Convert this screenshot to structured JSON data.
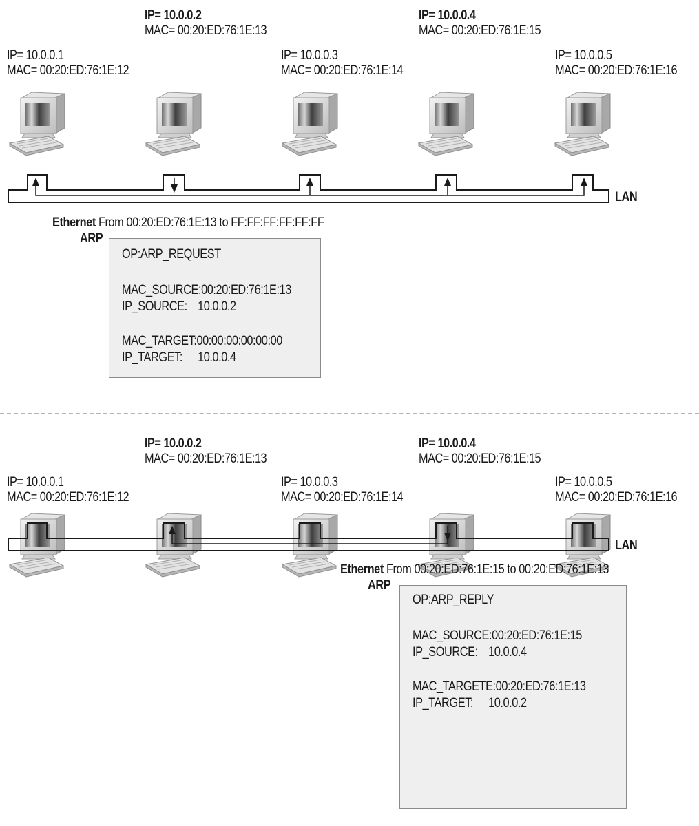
{
  "request": {
    "hosts": [
      {
        "ip": "IP= 10.0.0.1",
        "mac": "MAC= 00:20:ED:76:1E:12",
        "bold": false
      },
      {
        "ip": "IP= 10.0.0.2",
        "mac": "MAC= 00:20:ED:76:1E:13",
        "bold": true
      },
      {
        "ip": "IP= 10.0.0.3",
        "mac": "MAC= 00:20:ED:76:1E:14",
        "bold": false
      },
      {
        "ip": "IP= 10.0.0.4",
        "mac": "MAC= 00:20:ED:76:1E:15",
        "bold": true
      },
      {
        "ip": "IP= 10.0.0.5",
        "mac": "MAC= 00:20:ED:76:1E:16",
        "bold": false
      }
    ],
    "lan_label": "LAN",
    "ethernet_label": "Ethernet",
    "frame_text": "From 00:20:ED:76:1E:13 to FF:FF:FF:FF:FF:FF",
    "arp_label": "ARP",
    "packet": {
      "op": "OP:ARP_REQUEST",
      "mac_source_key": "MAC_SOURCE:",
      "mac_source": "00:20:ED:76:1E:13",
      "ip_source_key": "IP_SOURCE:",
      "ip_source": "10.0.0.2",
      "mac_target_key": "MAC_TARGET:",
      "mac_target": "00:00:00:00:00:00",
      "ip_target_key": "IP_TARGET:",
      "ip_target": "10.0.0.4"
    }
  },
  "reply": {
    "hosts": [
      {
        "ip": "IP= 10.0.0.1",
        "mac": "MAC= 00:20:ED:76:1E:12",
        "bold": false
      },
      {
        "ip": "IP= 10.0.0.2",
        "mac": "MAC= 00:20:ED:76:1E:13",
        "bold": true
      },
      {
        "ip": "IP= 10.0.0.3",
        "mac": "MAC= 00:20:ED:76:1E:14",
        "bold": false
      },
      {
        "ip": "IP= 10.0.0.4",
        "mac": "MAC= 00:20:ED:76:1E:15",
        "bold": true
      },
      {
        "ip": "IP= 10.0.0.5",
        "mac": "MAC= 00:20:ED:76:1E:16",
        "bold": false
      }
    ],
    "lan_label": "LAN",
    "ethernet_label": "Ethernet",
    "frame_text": "From 00:20:ED:76:1E:15 to 00:20:ED:76:1E:13",
    "arp_label": "ARP",
    "packet": {
      "op": "OP:ARP_REPLY",
      "mac_source_key": "MAC_SOURCE:",
      "mac_source": "00:20:ED:76:1E:15",
      "ip_source_key": "IP_SOURCE:",
      "ip_source": "10.0.0.4",
      "mac_target_key": "MAC_TARGETE:",
      "mac_target": "00:20:ED:76:1E:13",
      "ip_target_key": "IP_TARGET:",
      "ip_target": "10.0.0.2"
    }
  }
}
